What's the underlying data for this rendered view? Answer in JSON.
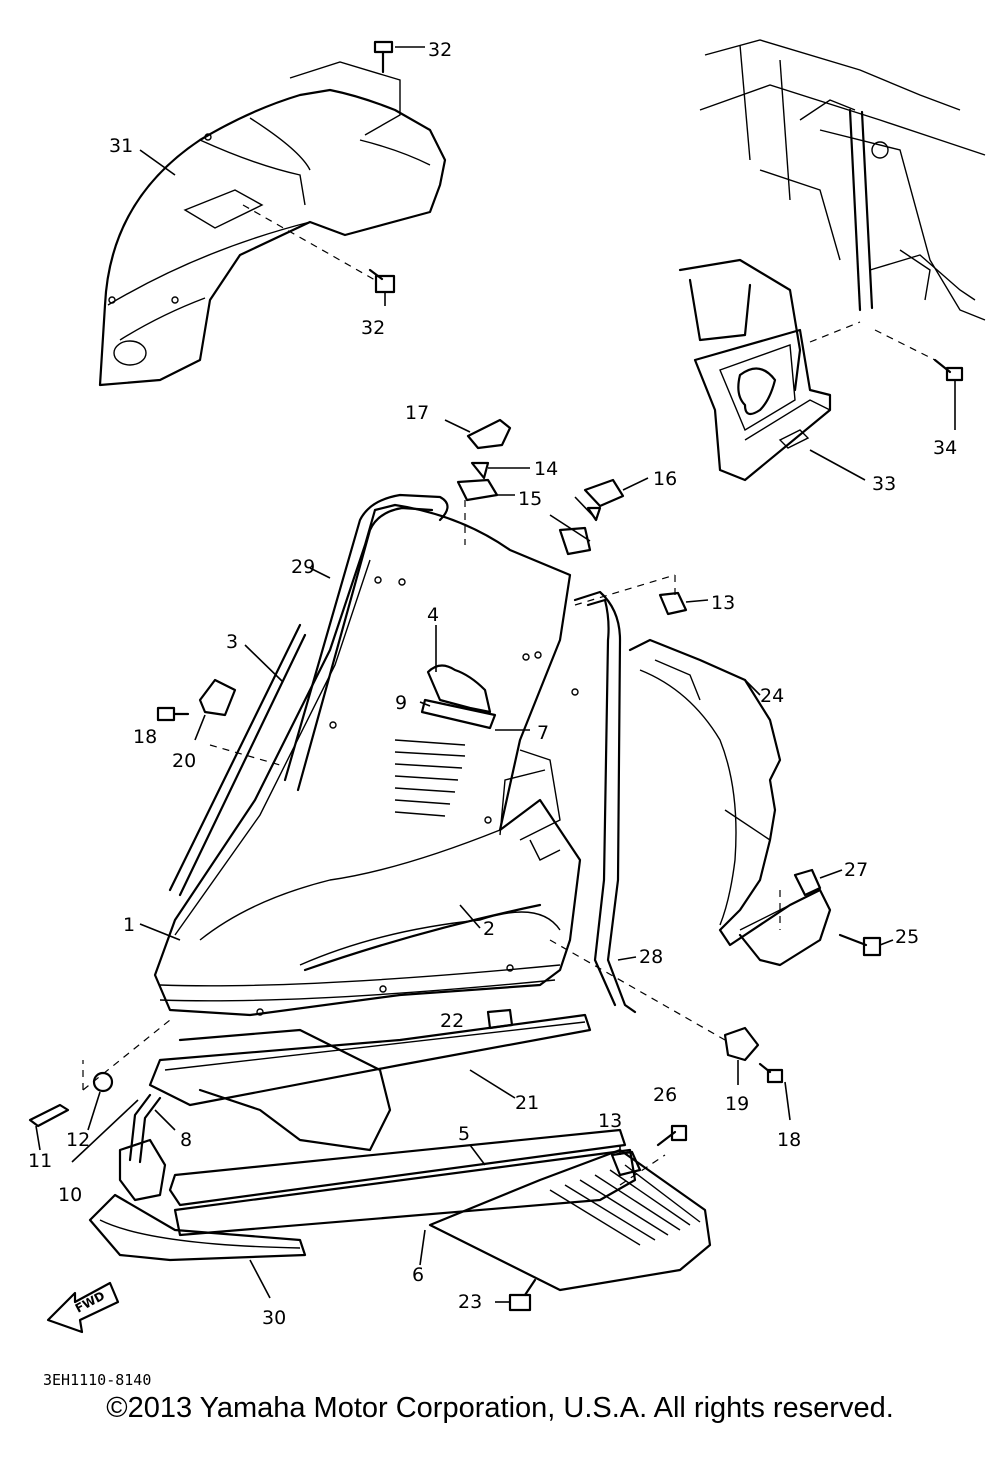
{
  "diagram": {
    "callouts": [
      "1",
      "2",
      "3",
      "4",
      "5",
      "6",
      "7",
      "8",
      "9",
      "10",
      "11",
      "12",
      "13",
      "13",
      "14",
      "15",
      "16",
      "17",
      "18",
      "18",
      "19",
      "20",
      "21",
      "22",
      "23",
      "24",
      "25",
      "26",
      "27",
      "28",
      "29",
      "30",
      "31",
      "32",
      "32",
      "33",
      "34"
    ],
    "drawing_code": "3EH1110-8140",
    "fwd_label": "FWD"
  },
  "footer": {
    "copyright": "©2013 Yamaha Motor Corporation, U.S.A. All rights reserved."
  }
}
